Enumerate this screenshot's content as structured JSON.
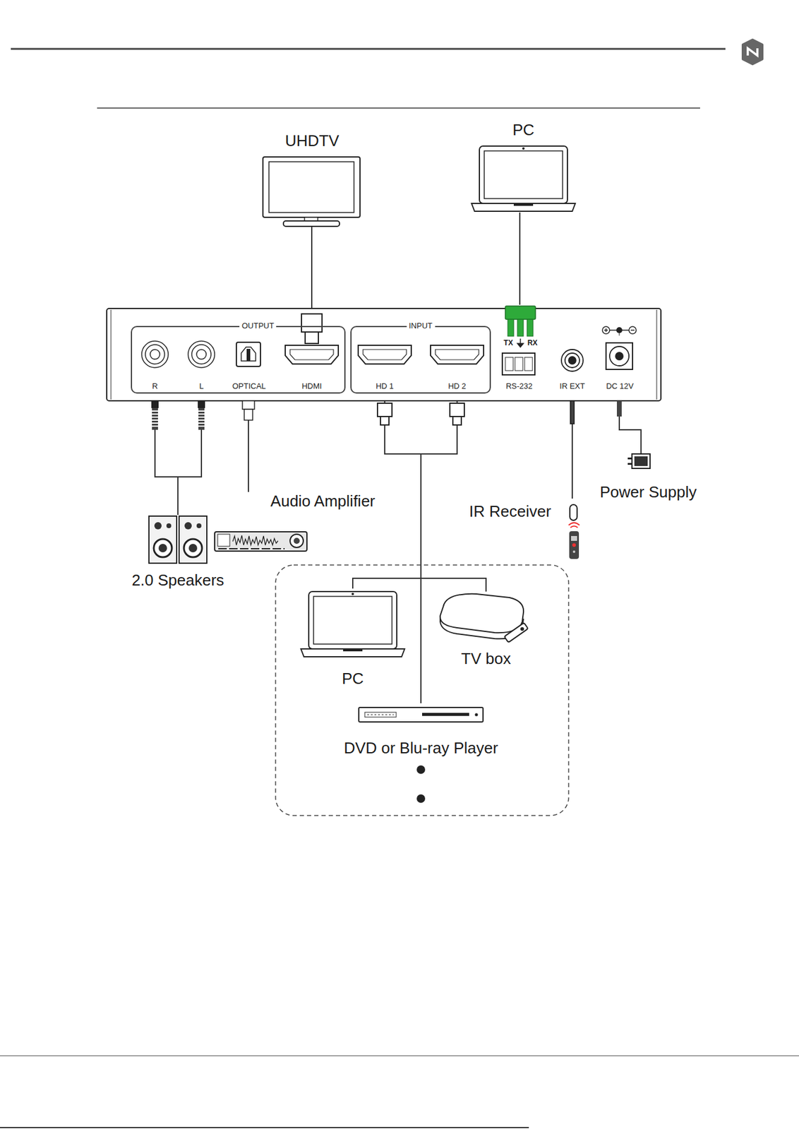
{
  "diagram": {
    "nodes": [
      {
        "text": [
          "UHDTV"
        ]
      },
      {
        "text": [
          "PC"
        ]
      },
      {
        "text": [
          "OUTPUT"
        ]
      },
      {
        "text": [
          "R"
        ],
        "in": 2
      },
      {
        "text": [
          "L"
        ],
        "in": 2
      },
      {
        "text": [
          "OPTICAL"
        ],
        "in": 2
      },
      {
        "text": [
          "HDMI"
        ],
        "in": 2
      },
      {
        "text": [
          "INPUT"
        ]
      },
      {
        "text": [
          "HD 1"
        ],
        "in": 7
      },
      {
        "text": [
          "HD 2"
        ],
        "in": 7
      },
      {
        "text": [
          "RS-232"
        ]
      },
      {
        "text": [
          "IR EXT"
        ]
      },
      {
        "text": [
          "DC 12V"
        ]
      },
      {
        "text": [
          "Power Supply"
        ]
      },
      {
        "text": [
          "Audio Amplifier"
        ]
      },
      {
        "text": [
          "IR Receiver"
        ]
      },
      {
        "text": [
          "2.0 Speakers"
        ]
      },
      {
        "text": [
          "PC"
        ]
      },
      {
        "text": [
          "TV box"
        ]
      },
      {
        "text": [
          "DVD or Blu-ray Player"
        ]
      }
    ],
    "edges": [
      {
        "from": 0,
        "to": 6,
        "arrow": "none"
      },
      {
        "from": 1,
        "to": 10,
        "arrow": "none"
      },
      {
        "from": 3,
        "to": 16,
        "arrow": "none"
      },
      {
        "from": 4,
        "to": 16,
        "arrow": "none"
      },
      {
        "from": 5,
        "to": 14,
        "arrow": "none"
      },
      {
        "from": 8,
        "to": 17,
        "arrow": "none"
      },
      {
        "from": 8,
        "to": 18,
        "arrow": "none"
      },
      {
        "from": 8,
        "to": 19,
        "arrow": "none"
      },
      {
        "from": 9,
        "to": 17,
        "arrow": "none"
      },
      {
        "from": 9,
        "to": 18,
        "arrow": "none"
      },
      {
        "from": 9,
        "to": 19,
        "arrow": "none"
      },
      {
        "from": 11,
        "to": 15,
        "arrow": "none"
      },
      {
        "from": 12,
        "to": 13,
        "arrow": "none"
      }
    ],
    "labels": [
      "TX",
      "RX"
    ]
  }
}
